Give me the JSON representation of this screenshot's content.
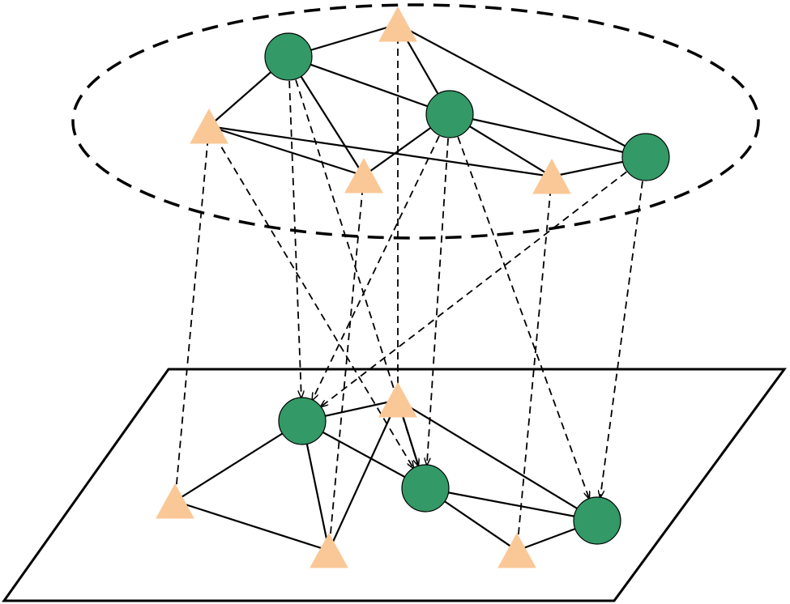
{
  "diagram": {
    "colors": {
      "circle_fill": "#339966",
      "triangle_fill": "#FAC896",
      "stroke": "#000000",
      "background": "#FFFFFF"
    },
    "layers": [
      {
        "id": "upper",
        "boundary": "dashed-ellipse"
      },
      {
        "id": "lower",
        "boundary": "parallelogram-plane"
      }
    ],
    "nodes": [
      {
        "id": "U1",
        "layer": "upper",
        "shape": "circle"
      },
      {
        "id": "U2",
        "layer": "upper",
        "shape": "triangle"
      },
      {
        "id": "U3",
        "layer": "upper",
        "shape": "triangle"
      },
      {
        "id": "U4",
        "layer": "upper",
        "shape": "circle"
      },
      {
        "id": "U5",
        "layer": "upper",
        "shape": "triangle"
      },
      {
        "id": "U6",
        "layer": "upper",
        "shape": "triangle"
      },
      {
        "id": "U7",
        "layer": "upper",
        "shape": "circle"
      },
      {
        "id": "L1",
        "layer": "lower",
        "shape": "circle"
      },
      {
        "id": "L2",
        "layer": "lower",
        "shape": "triangle"
      },
      {
        "id": "L3",
        "layer": "lower",
        "shape": "triangle"
      },
      {
        "id": "L4",
        "layer": "lower",
        "shape": "triangle"
      },
      {
        "id": "L5",
        "layer": "lower",
        "shape": "circle"
      },
      {
        "id": "L6",
        "layer": "lower",
        "shape": "triangle"
      },
      {
        "id": "L7",
        "layer": "lower",
        "shape": "circle"
      }
    ],
    "upper_edges": [
      [
        "U1",
        "U2"
      ],
      [
        "U1",
        "U3"
      ],
      [
        "U1",
        "U4"
      ],
      [
        "U1",
        "U5"
      ],
      [
        "U2",
        "U4"
      ],
      [
        "U2",
        "U7"
      ],
      [
        "U3",
        "U5"
      ],
      [
        "U3",
        "U6"
      ],
      [
        "U4",
        "U5"
      ],
      [
        "U4",
        "U6"
      ],
      [
        "U4",
        "U7"
      ],
      [
        "U6",
        "U7"
      ]
    ],
    "lower_edges": [
      [
        "L1",
        "L3"
      ],
      [
        "L1",
        "L4"
      ],
      [
        "L1",
        "L5"
      ],
      [
        "L2",
        "L5"
      ],
      [
        "L2",
        "L7"
      ],
      [
        "L2",
        "L1"
      ],
      [
        "L3",
        "L4"
      ],
      [
        "L4",
        "L2"
      ],
      [
        "L5",
        "L6"
      ],
      [
        "L5",
        "L7"
      ],
      [
        "L6",
        "L7"
      ]
    ],
    "interlayer_links": [
      {
        "from": "U2",
        "to": "L2",
        "arrow": false
      },
      {
        "from": "U3",
        "to": "L3",
        "arrow": false
      },
      {
        "from": "U3",
        "to": "L5",
        "arrow": true
      },
      {
        "from": "U1",
        "to": "L1",
        "arrow": true
      },
      {
        "from": "U1",
        "to": "L5",
        "arrow": true
      },
      {
        "from": "U5",
        "to": "L4",
        "arrow": false
      },
      {
        "from": "U4",
        "to": "L1",
        "arrow": true
      },
      {
        "from": "U4",
        "to": "L5",
        "arrow": true
      },
      {
        "from": "U4",
        "to": "L7",
        "arrow": true
      },
      {
        "from": "U6",
        "to": "L6",
        "arrow": false
      },
      {
        "from": "U7",
        "to": "L1",
        "arrow": true
      },
      {
        "from": "U7",
        "to": "L7",
        "arrow": true
      }
    ]
  }
}
